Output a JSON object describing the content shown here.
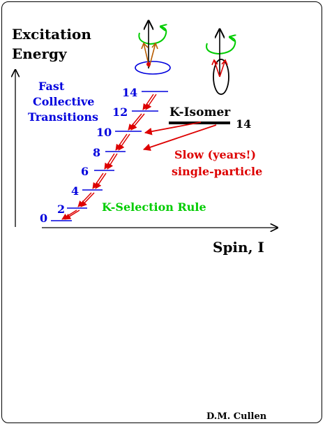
{
  "title": {
    "line1": "Excitation",
    "line2": "Energy"
  },
  "fast": {
    "line1": "Fast",
    "line2": "Collective",
    "line3": "Transitions"
  },
  "levels": [
    "14",
    "12",
    "10",
    "8",
    "6",
    "4",
    "2",
    "0"
  ],
  "isomer": {
    "label": "K-Isomer",
    "spin": "14"
  },
  "slow": {
    "line1": "Slow (years!)",
    "line2": "single-particle"
  },
  "rule": "K-Selection Rule",
  "xaxis": "Spin, I",
  "author": "D.M. Cullen",
  "colors": {
    "blue": "#0000dd",
    "red": "#dd0000",
    "green": "#00cc00",
    "orange": "#b85c00"
  }
}
